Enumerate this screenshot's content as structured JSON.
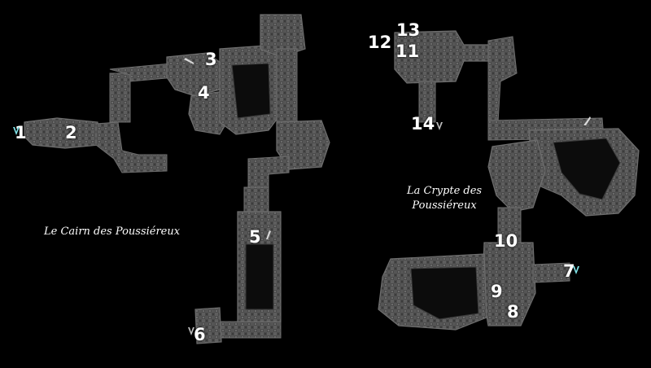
{
  "map": {
    "regions": [
      {
        "id": "cairn",
        "label": "Le Cairn des Poussiéreux"
      },
      {
        "id": "crypt",
        "label_line1": "La Crypte des",
        "label_line2": "Poussiéreux"
      }
    ],
    "points": [
      {
        "n": "1"
      },
      {
        "n": "2"
      },
      {
        "n": "3"
      },
      {
        "n": "4"
      },
      {
        "n": "5"
      },
      {
        "n": "6"
      },
      {
        "n": "7"
      },
      {
        "n": "8"
      },
      {
        "n": "9"
      },
      {
        "n": "10"
      },
      {
        "n": "11"
      },
      {
        "n": "12"
      },
      {
        "n": "13"
      },
      {
        "n": "14"
      }
    ],
    "icons": {
      "door": "door-marker-icon",
      "entrance": "entrance-marker-icon",
      "arrow": "arrow-marker-icon"
    },
    "colors": {
      "background": "#000000",
      "stone": "#5a5a5a",
      "label": "#ffffff",
      "entrance": "#7fe3e8"
    }
  }
}
